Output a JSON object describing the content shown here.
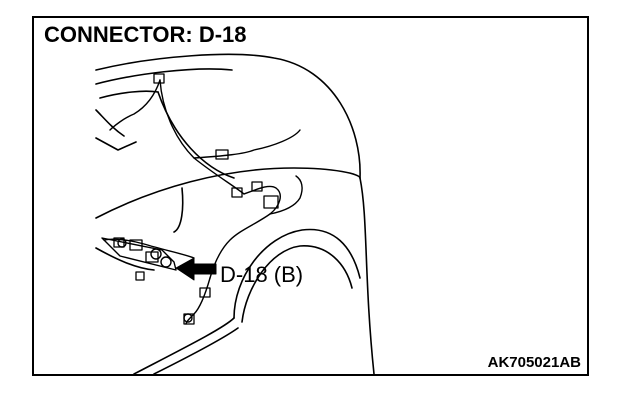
{
  "diagram": {
    "title": "CONNECTOR: D-18",
    "callout_label": "D-18 (B)",
    "figure_id": "AK705021AB"
  },
  "icons": {
    "pointer": "arrow-left-icon",
    "connector": "connector-block-icon"
  },
  "colors": {
    "line": "#000000",
    "background": "#ffffff"
  }
}
